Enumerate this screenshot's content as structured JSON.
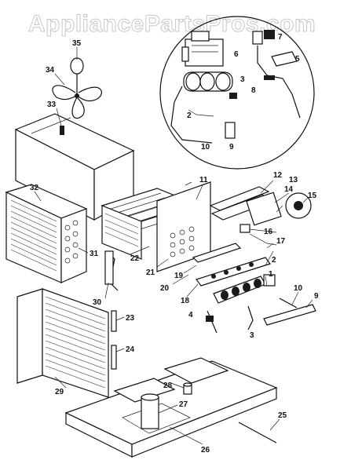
{
  "watermark": "AppliancePartsPros.com",
  "callouts": {
    "c1": "1",
    "c2": "2",
    "c2b": "2",
    "c3": "3",
    "c3b": "3",
    "c4": "4",
    "c5": "5",
    "c6": "6",
    "c7": "7",
    "c8": "8",
    "c9": "9",
    "c9b": "9",
    "c10": "10",
    "c10b": "10",
    "c11": "11",
    "c12": "12",
    "c13": "13",
    "c14": "14",
    "c15": "15",
    "c16": "16",
    "c17": "17",
    "c18": "18",
    "c19": "19",
    "c20": "20",
    "c21": "21",
    "c22": "22",
    "c23": "23",
    "c24": "24",
    "c25": "25",
    "c26": "26",
    "c27": "27",
    "c28": "28",
    "c29": "29",
    "c30": "30",
    "c31": "31",
    "c32": "32",
    "c33": "33",
    "c34": "34",
    "c35": "35"
  }
}
